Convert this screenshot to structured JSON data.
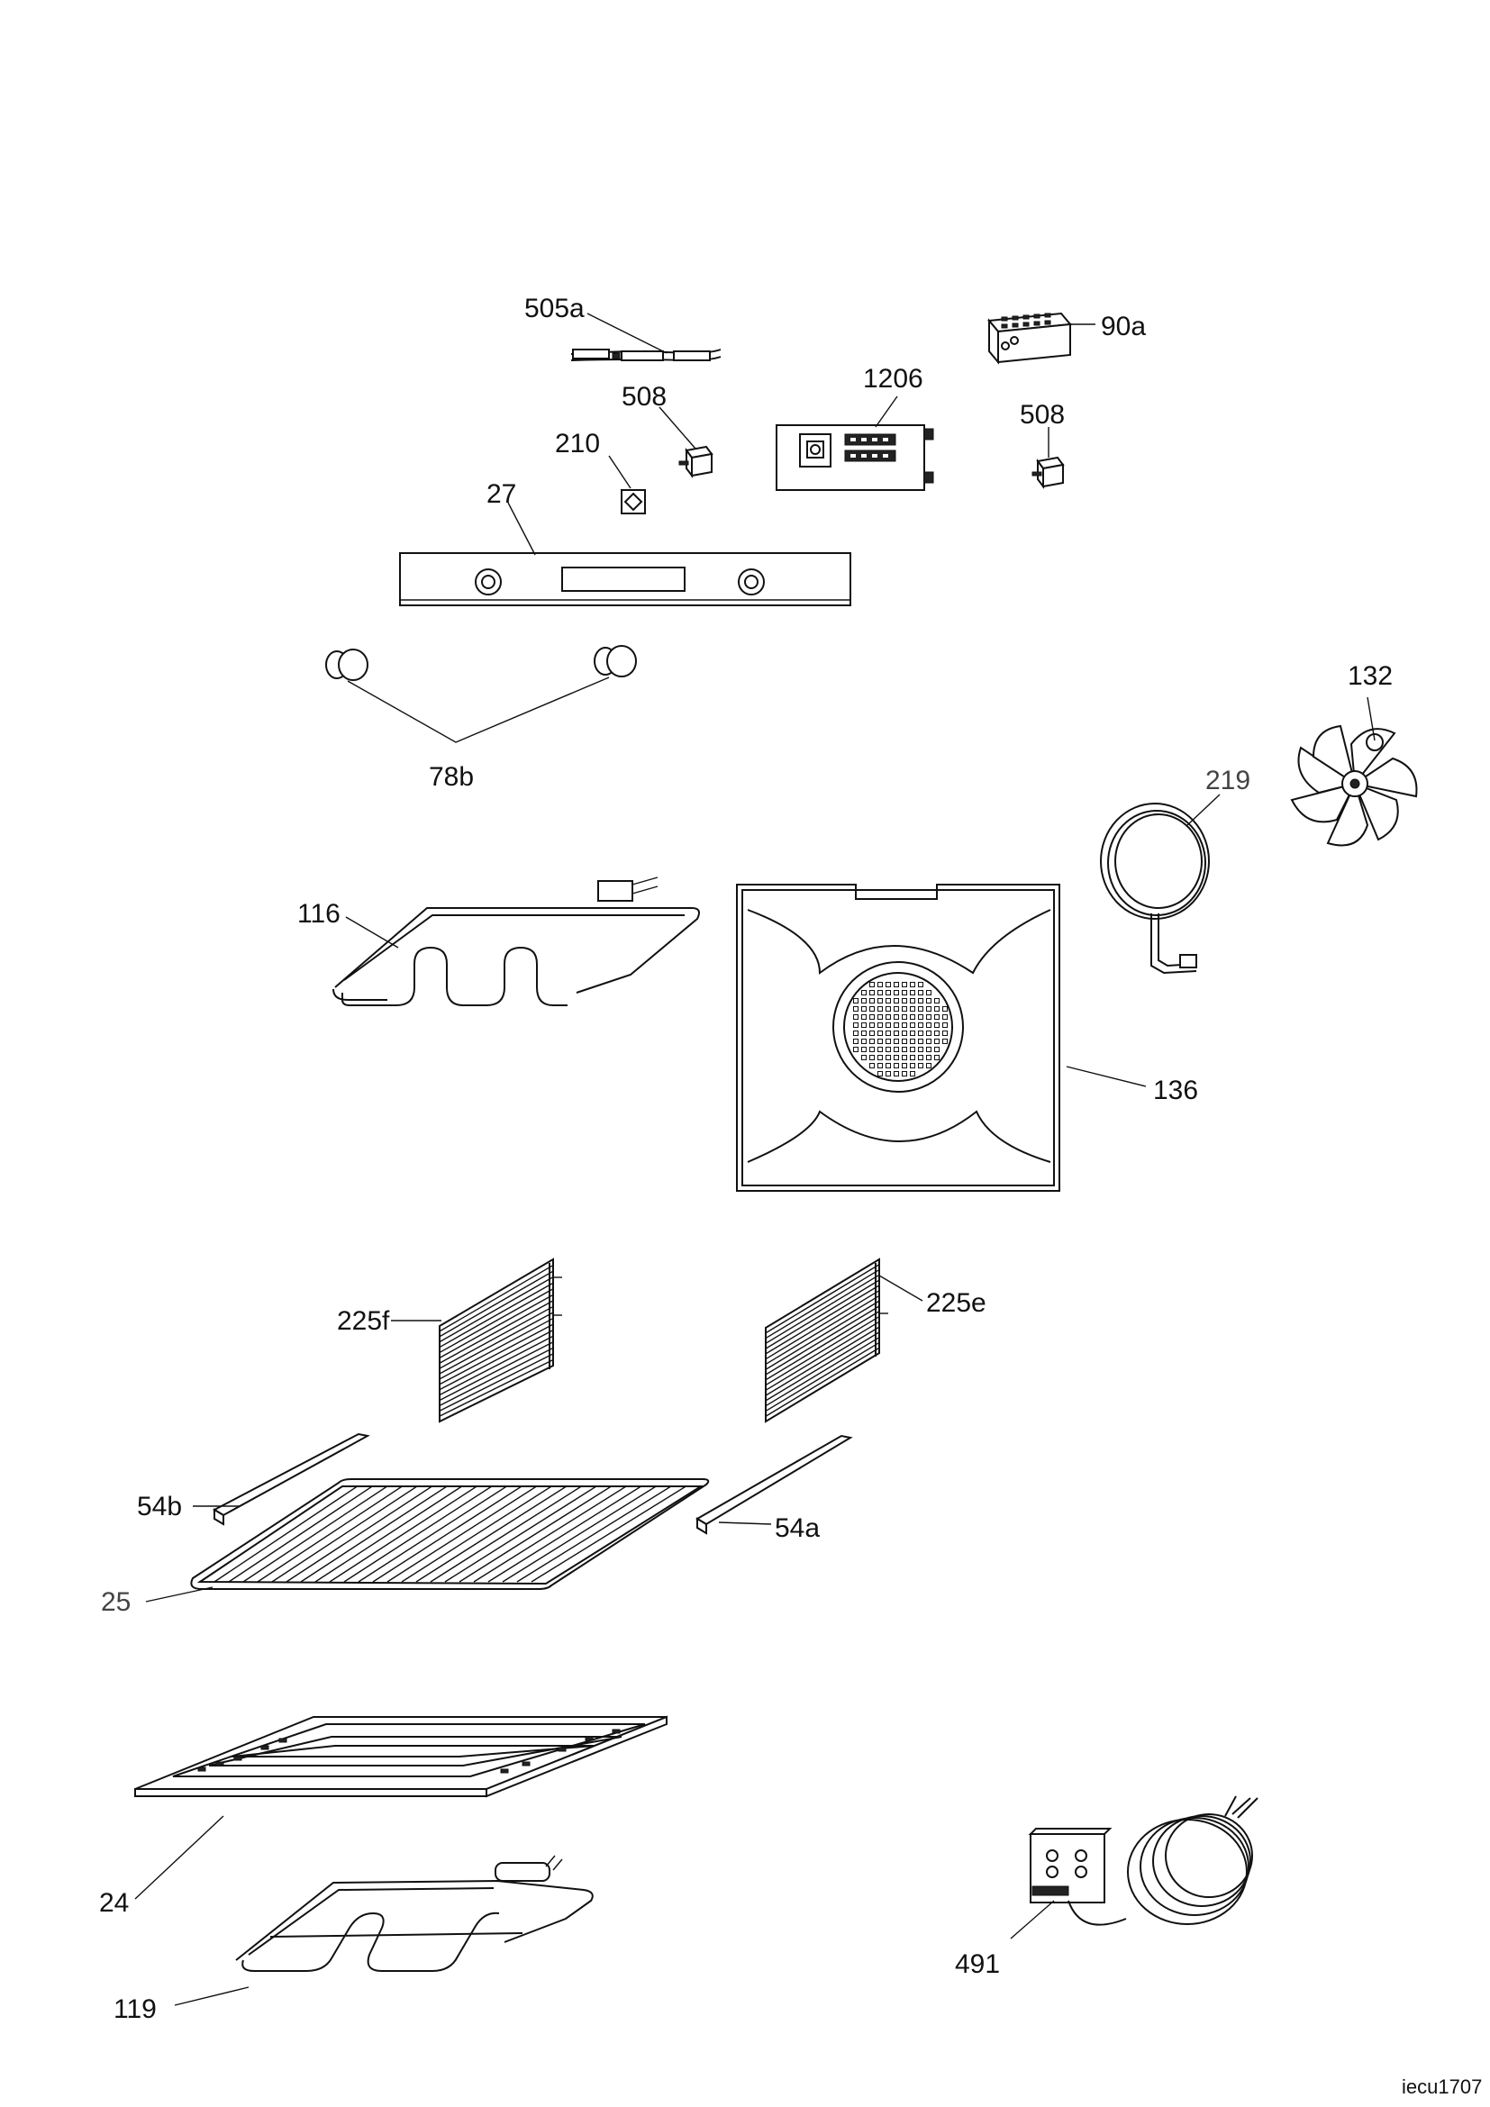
{
  "labels": {
    "p505a": "505a",
    "p90a": "90a",
    "p1206": "1206",
    "p508_left": "508",
    "p508_right": "508",
    "p210": "210",
    "p27": "27",
    "p78b": "78b",
    "p132": "132",
    "p219": "219",
    "p116": "116",
    "p136": "136",
    "p225f": "225f",
    "p225e": "225e",
    "p54b": "54b",
    "p54a": "54a",
    "p25": "25",
    "p24": "24",
    "p119": "119",
    "p491": "491"
  },
  "reference_code": "iecu1707"
}
